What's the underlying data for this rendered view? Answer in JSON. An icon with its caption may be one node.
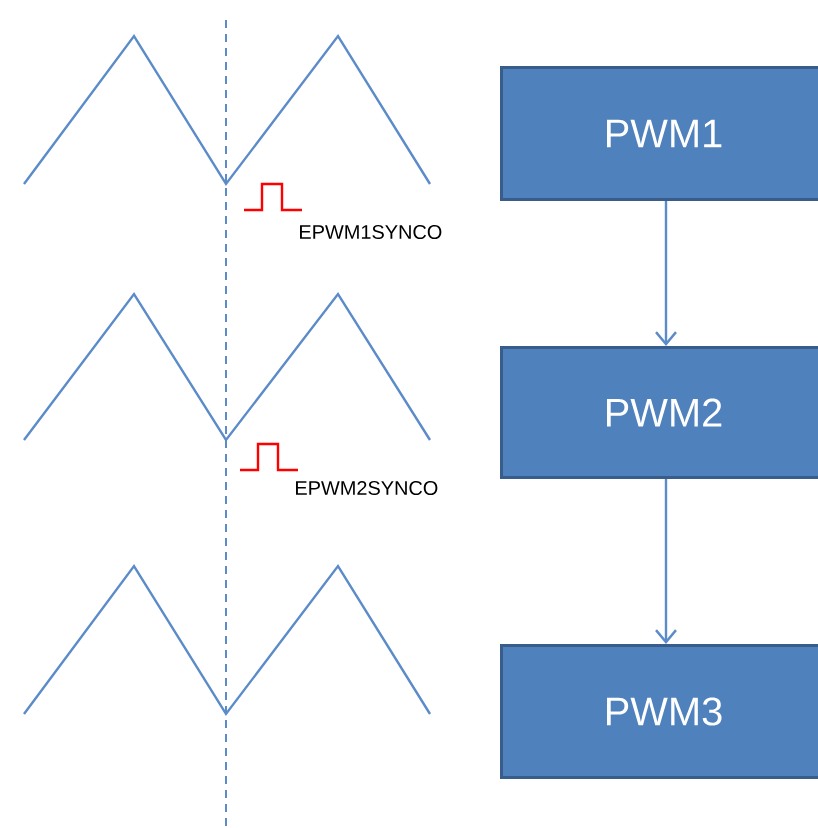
{
  "diagram": {
    "nodes": [
      {
        "text": [
          "PWM1"
        ]
      },
      {
        "text": [
          "PWM2"
        ]
      },
      {
        "text": [
          "PWM3"
        ]
      }
    ],
    "edges": [
      {
        "from": 0,
        "to": 1,
        "arrow": "to"
      },
      {
        "from": 1,
        "to": 2,
        "arrow": "to"
      }
    ],
    "labels": [
      "EPWM1SYNCO",
      "EPWM2SYNCO"
    ]
  }
}
